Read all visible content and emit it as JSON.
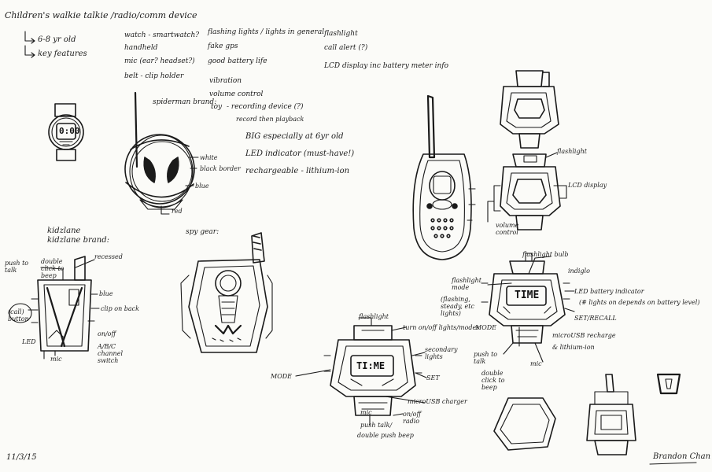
{
  "header": {
    "title": "Children's walkie talkie /radio/comm device",
    "age": "6-8 yr old",
    "key_features": "key features"
  },
  "features": {
    "col1": [
      "watch - smartwatch?",
      "handheld",
      "mic (ear? headset?)",
      "belt - clip holder"
    ],
    "col2": [
      "flashing lights / lights in general",
      "fake gps",
      "good battery life",
      "vibration",
      "volume control"
    ],
    "toy": "toy",
    "recording": "- recording device (?)",
    "record_playback": "record then playback",
    "col3": [
      "flashlight",
      "call alert (?)",
      "LCD display inc battery meter info"
    ],
    "bullets": [
      "BIG especially at 6yr old",
      "LED indicator (must-have!)",
      "rechargeable - lithium-ion"
    ]
  },
  "spiderman": {
    "title": "spiderman brand:",
    "labels": [
      "white",
      "black border",
      "blue",
      "red"
    ]
  },
  "watch_small": {
    "screen": "0:00"
  },
  "kidzlane": {
    "title1": "kidzlane",
    "title2": "kidzlane brand:",
    "labels": {
      "push_to_talk": "push to talk",
      "double_click": "double click to beep",
      "recessed": "recessed",
      "blue": "blue",
      "clip": "clip on back",
      "on_off": "on/off",
      "channel": "A/B/C channel switch",
      "led": "LED",
      "mic": "mic",
      "call": "(call) button"
    }
  },
  "spy_gear": {
    "title": "spy gear:"
  },
  "handheld_right": {
    "labels": [
      "flashlight",
      "LCD display",
      "volume control"
    ]
  },
  "watch_right": {
    "screen": "TIME",
    "labels": {
      "flashlight_bulb": "flashlight bulb",
      "indiglo": "indiglo",
      "flashlight_mode": "flashlight mode",
      "flashlight_mode_sub": "(flashing, steady, etc lights)",
      "led_battery": "LED battery indicator",
      "led_battery_sub": "(# lights on depends on battery level)",
      "mode": "MODE",
      "set_recall": "SET/RECALL",
      "micro_usb": "microUSB recharge",
      "lithium": "& lithium-ion",
      "push_talk": "push to talk",
      "double_click": "double click to beep",
      "mic": "mic"
    }
  },
  "watch_center": {
    "screen": "TI:ME",
    "labels": {
      "flashlight": "flashlight",
      "turn_on_off": "turn on/off lights/modes",
      "secondary": "secondary lights",
      "set": "SET",
      "mode": "MODE",
      "micro_usb": "microUSB charger",
      "mic": "mic",
      "on_off": "on/off radio",
      "push_talk": "push talk/",
      "double_push": "double push beep"
    }
  },
  "footer": {
    "date": "11/3/15",
    "signature": "Brandon Chan"
  }
}
